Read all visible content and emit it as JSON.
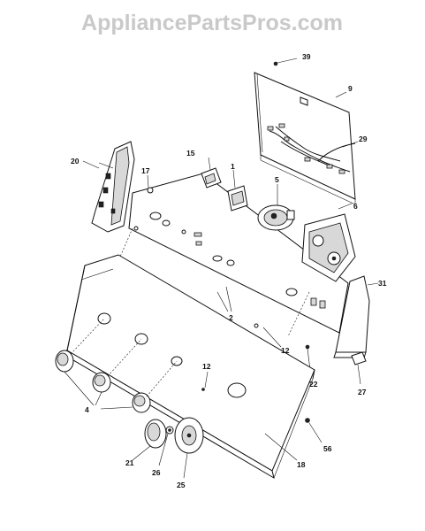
{
  "watermark": "AppliancePartsPros.com",
  "callouts": {
    "c39": "39",
    "c9": "9",
    "c29": "29",
    "c20": "20",
    "c17": "17",
    "c15": "15",
    "c1": "1",
    "c5": "5",
    "c6": "6",
    "c31": "31",
    "c2": "2",
    "c12a": "12",
    "c12b": "12",
    "c22": "22",
    "c27": "27",
    "c4": "4",
    "c21": "21",
    "c26": "26",
    "c25": "25",
    "c18": "18",
    "c56": "56"
  }
}
